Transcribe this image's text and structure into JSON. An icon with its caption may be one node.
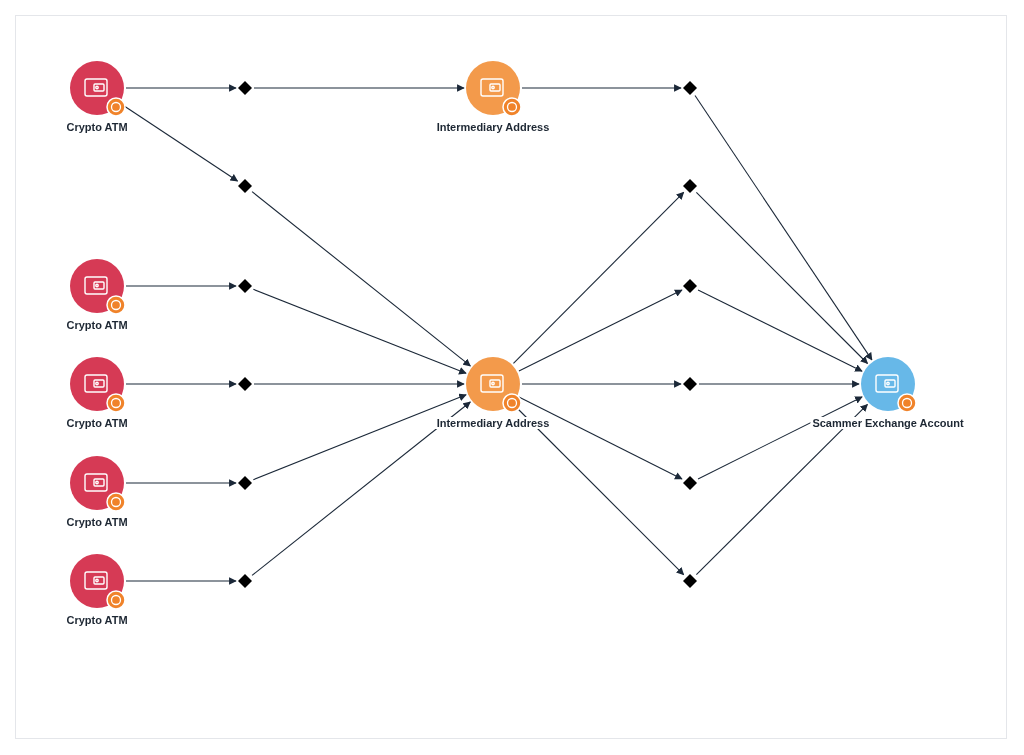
{
  "diagram": {
    "nodes": [
      {
        "text": [
          "Crypto ATM"
        ]
      },
      {
        "text": [],
        "shape": "diamond"
      },
      {
        "text": [
          "Intermediary Address"
        ]
      },
      {
        "text": [],
        "shape": "diamond"
      },
      {
        "text": [],
        "shape": "diamond"
      },
      {
        "text": [],
        "shape": "diamond"
      },
      {
        "text": [
          "Crypto ATM"
        ]
      },
      {
        "text": [],
        "shape": "diamond"
      },
      {
        "text": [],
        "shape": "diamond"
      },
      {
        "text": [
          "Crypto ATM"
        ]
      },
      {
        "text": [],
        "shape": "diamond"
      },
      {
        "text": [
          "Intermediary Address"
        ]
      },
      {
        "text": [],
        "shape": "diamond"
      },
      {
        "text": [
          "Scammer Exchange Account"
        ]
      },
      {
        "text": [
          "Crypto ATM"
        ]
      },
      {
        "text": [],
        "shape": "diamond"
      },
      {
        "text": [],
        "shape": "diamond"
      },
      {
        "text": [
          "Crypto ATM"
        ]
      },
      {
        "text": [],
        "shape": "diamond"
      },
      {
        "text": [],
        "shape": "diamond"
      }
    ],
    "edges": [
      {
        "from": 0,
        "to": 1,
        "arrow": "to"
      },
      {
        "from": 1,
        "to": 2,
        "arrow": "to"
      },
      {
        "from": 2,
        "to": 3,
        "arrow": "to"
      },
      {
        "from": 3,
        "to": 13,
        "arrow": "to"
      },
      {
        "from": 0,
        "to": 4,
        "arrow": "to"
      },
      {
        "from": 4,
        "to": 11,
        "arrow": "to"
      },
      {
        "from": 6,
        "to": 7,
        "arrow": "to"
      },
      {
        "from": 7,
        "to": 11,
        "arrow": "to"
      },
      {
        "from": 9,
        "to": 10,
        "arrow": "to"
      },
      {
        "from": 10,
        "to": 11,
        "arrow": "to"
      },
      {
        "from": 14,
        "to": 15,
        "arrow": "to"
      },
      {
        "from": 15,
        "to": 11,
        "arrow": "to"
      },
      {
        "from": 17,
        "to": 18,
        "arrow": "to"
      },
      {
        "from": 18,
        "to": 11,
        "arrow": "to"
      },
      {
        "from": 11,
        "to": 5,
        "arrow": "to"
      },
      {
        "from": 11,
        "to": 8,
        "arrow": "to"
      },
      {
        "from": 11,
        "to": 12,
        "arrow": "to"
      },
      {
        "from": 11,
        "to": 16,
        "arrow": "to"
      },
      {
        "from": 11,
        "to": 19,
        "arrow": "to"
      },
      {
        "from": 5,
        "to": 13,
        "arrow": "to"
      },
      {
        "from": 8,
        "to": 13,
        "arrow": "to"
      },
      {
        "from": 12,
        "to": 13,
        "arrow": "to"
      },
      {
        "from": 16,
        "to": 13,
        "arrow": "to"
      },
      {
        "from": 19,
        "to": 13,
        "arrow": "to"
      }
    ]
  }
}
